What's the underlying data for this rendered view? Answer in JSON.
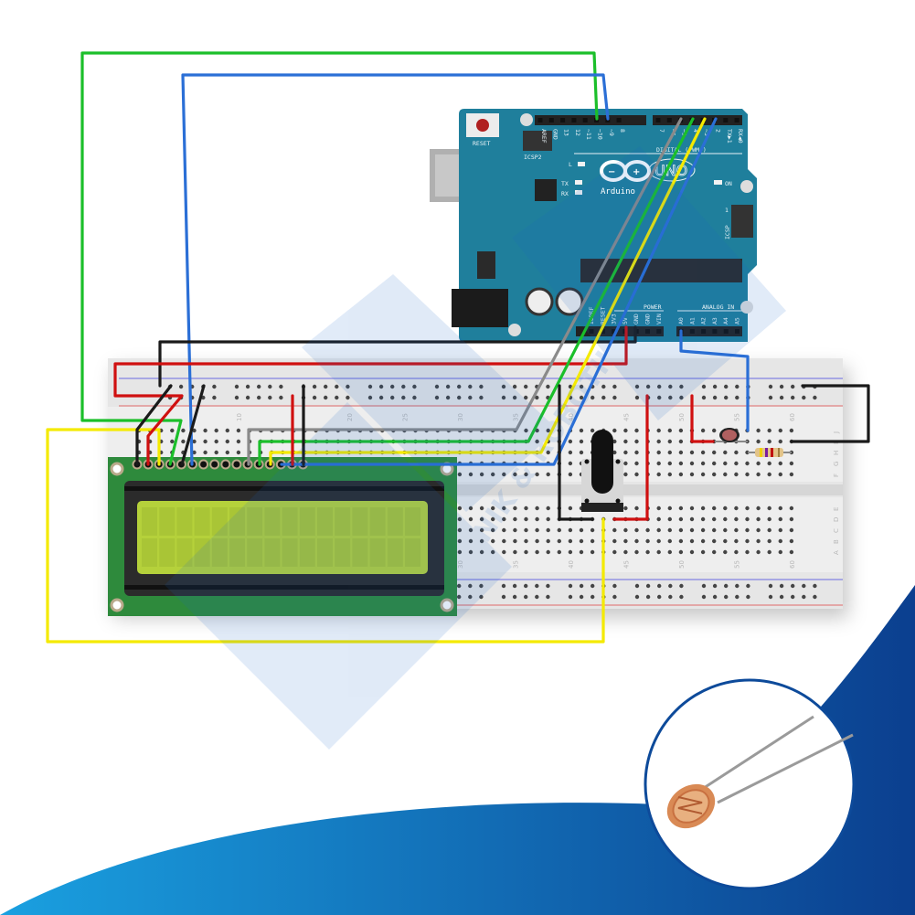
{
  "arduino": {
    "reset_label": "RESET",
    "icsp2_label": "ICSP2",
    "icsp_label": "ICSP",
    "icsp_pin1": "1",
    "brand": "Arduino",
    "model": "UNO",
    "led_l": "L",
    "led_tx": "TX",
    "led_rx": "RX",
    "led_on": "ON",
    "digital_header": "DIGITAL (PWM~)",
    "digital_pins": [
      "AREF",
      "GND",
      "13",
      "12",
      "~11",
      "~10",
      "~9",
      "8",
      "7",
      "~6",
      "~5",
      "4",
      "~3",
      "2",
      "TX▶1",
      "RX◀0"
    ],
    "power_header": "POWER",
    "power_pins": [
      "IOREF",
      "RESET",
      "3V3",
      "5V",
      "GND",
      "GND",
      "VIN"
    ],
    "analog_header": "ANALOG IN",
    "analog_pins": [
      "A0",
      "A1",
      "A2",
      "A3",
      "A4",
      "A5"
    ]
  },
  "breadboard": {
    "column_labels": [
      "10",
      "20",
      "25",
      "30",
      "35",
      "40",
      "45",
      "50",
      "55",
      "60"
    ],
    "row_labels_top": [
      "J",
      "I",
      "H",
      "G",
      "F"
    ],
    "row_labels_bottom": [
      "E",
      "D",
      "C",
      "B",
      "A"
    ]
  },
  "watermark": "ELEKTRONIK & ROBOTIK",
  "colors": {
    "board": "#1f7f9c",
    "lcd_pcb": "#2e8a3c",
    "lcd_screen": "#b5d13b",
    "accent_blue": "#0d4a9a",
    "wire_red": "#d01010",
    "wire_green": "#1bbf2a",
    "wire_blue": "#2b6fd6",
    "wire_yellow": "#f4ea00",
    "wire_gray": "#8a8a8a",
    "wire_black": "#1a1a1a"
  }
}
